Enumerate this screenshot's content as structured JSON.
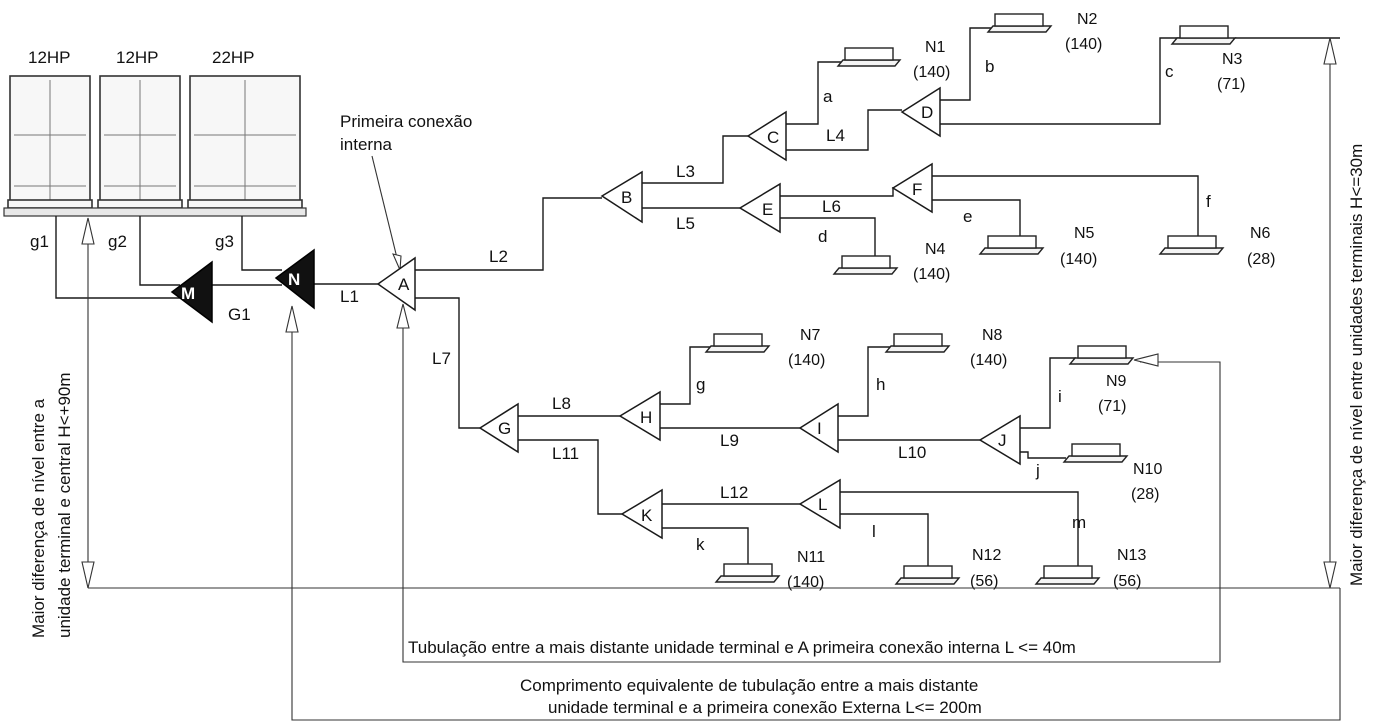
{
  "outdoor_units": [
    {
      "id": "ou1",
      "capacity": "12HP"
    },
    {
      "id": "ou2",
      "capacity": "12HP"
    },
    {
      "id": "ou3",
      "capacity": "22HP"
    }
  ],
  "outdoor_pipes": [
    "g1",
    "g2",
    "g3"
  ],
  "outdoor_joints": {
    "M": "M",
    "N": "N",
    "G1": "G1",
    "L1": "L1"
  },
  "first_connection_label": {
    "line1": "Primeira conexão",
    "line2": "interna"
  },
  "branch_joints": [
    "A",
    "B",
    "C",
    "D",
    "E",
    "F",
    "G",
    "H",
    "I",
    "J",
    "K",
    "L"
  ],
  "main_pipes": [
    "L2",
    "L3",
    "L4",
    "L5",
    "L6",
    "L7",
    "L8",
    "L9",
    "L10",
    "L11",
    "L12"
  ],
  "branch_pipes": [
    "a",
    "b",
    "c",
    "d",
    "e",
    "f",
    "g",
    "h",
    "i",
    "j",
    "k",
    "l",
    "m"
  ],
  "indoor_units": [
    {
      "name": "N1",
      "cap": "(140)"
    },
    {
      "name": "N2",
      "cap": "(140)"
    },
    {
      "name": "N3",
      "cap": "(71)"
    },
    {
      "name": "N4",
      "cap": "(140)"
    },
    {
      "name": "N5",
      "cap": "(140)"
    },
    {
      "name": "N6",
      "cap": "(28)"
    },
    {
      "name": "N7",
      "cap": "(140)"
    },
    {
      "name": "N8",
      "cap": "(140)"
    },
    {
      "name": "N9",
      "cap": "(71)"
    },
    {
      "name": "N10",
      "cap": "(28)"
    },
    {
      "name": "N11",
      "cap": "(140)"
    },
    {
      "name": "N12",
      "cap": "(56)"
    },
    {
      "name": "N13",
      "cap": "(56)"
    }
  ],
  "annotations": {
    "left_vertical_line1": "Maior diferença de nível entre a",
    "left_vertical_line2": "unidade terminal e central H<+90m",
    "right_vertical": "Maior diferença de nível entre unidades terminais H<=30m",
    "bottom_line1": "Tubulação entre a mais distante unidade terminal e A primeira conexão interna L <= 40m",
    "bottom_line2a": "Comprimento equivalente de tubulação entre a mais distante",
    "bottom_line2b": "unidade terminal e a primeira conexão Externa L<= 200m"
  }
}
